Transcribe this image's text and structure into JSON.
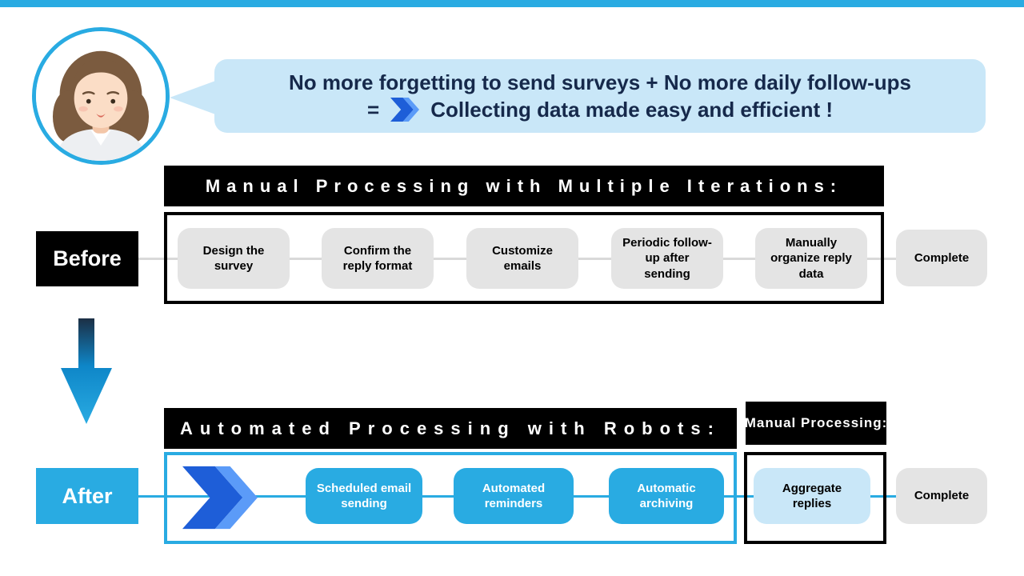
{
  "colors": {
    "accent": "#29ABE2",
    "bubble": "#C9E7F8",
    "navy": "#16294B",
    "gray": "#E4E4E4"
  },
  "speech_bubble": {
    "line1": "No more forgetting to send surveys + No more daily follow-ups",
    "equals": "=",
    "line2": "Collecting data made easy and efficient !"
  },
  "before_section": {
    "label": "Before",
    "header": "Manual Processing with Multiple Iterations:",
    "steps": [
      "Design the survey",
      "Confirm the reply format",
      "Customize emails",
      "Periodic follow-up after sending",
      "Manually organize reply data"
    ],
    "complete": "Complete"
  },
  "after_section": {
    "label": "After",
    "header": "Automated Processing with Robots:",
    "manual_header": "Manual Processing:",
    "steps": [
      "Scheduled email sending",
      "Automated reminders",
      "Automatic archiving"
    ],
    "manual_step": "Aggregate replies",
    "complete": "Complete"
  }
}
